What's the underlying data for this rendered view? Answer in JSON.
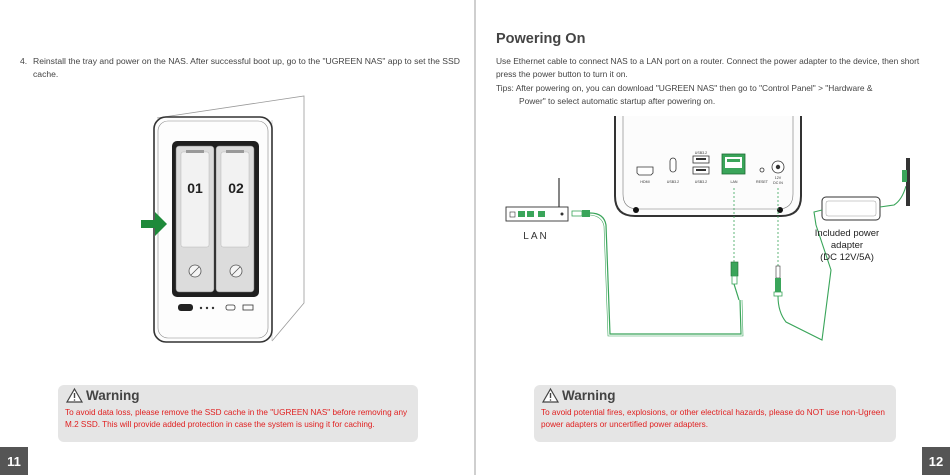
{
  "left_page": {
    "step": {
      "number": "4.",
      "text": "Reinstall the tray and power on the NAS. After successful boot up, go to the \"UGREEN NAS\" app to set the SSD cache."
    },
    "bays": {
      "bay1": "01",
      "bay2": "02"
    },
    "warning": {
      "title": "Warning",
      "text": "To avoid data loss, please remove the SSD cache in the \"UGREEN NAS\" before removing any M.2 SSD. This will provide added protection in case the system is using it for caching."
    },
    "page_number": "11"
  },
  "right_page": {
    "section_title": "Powering On",
    "paragraph1": "Use Ethernet cable to connect NAS to a LAN port on a router. Connect the power adapter to the device, then short press the power button to turn it on.",
    "tips_line1": "Tips: After powering on, you can download \"UGREEN NAS\"  then go to \"Control Panel\" > \"Hardware &",
    "tips_line2": "Power\" to select automatic startup after powering on.",
    "diagram": {
      "ports": {
        "hdmi": "HDMI",
        "usb_c": "USB3.2",
        "usb_a": "USB3.2",
        "usb_a_top": "USB3.2",
        "lan": "LAN",
        "reset": "RESET",
        "dc_in": "DC IN",
        "dc_in_top": "12V"
      },
      "router_label": "LAN",
      "adapter_line1": "Included power",
      "adapter_line2": "adapter",
      "adapter_line3": "(DC 12V/5A)"
    },
    "warning": {
      "title": "Warning",
      "text": "To avoid potential fires, explosions, or other electrical hazards, please do NOT use non-Ugreen power adapters or uncertified power adapters."
    },
    "page_number": "12"
  },
  "colors": {
    "accent_green": "#1e8a3a",
    "cable_green": "#3aa55a",
    "warning_red": "#e02020",
    "warning_bg": "#e5e5e5",
    "page_number_bg": "#555555"
  }
}
